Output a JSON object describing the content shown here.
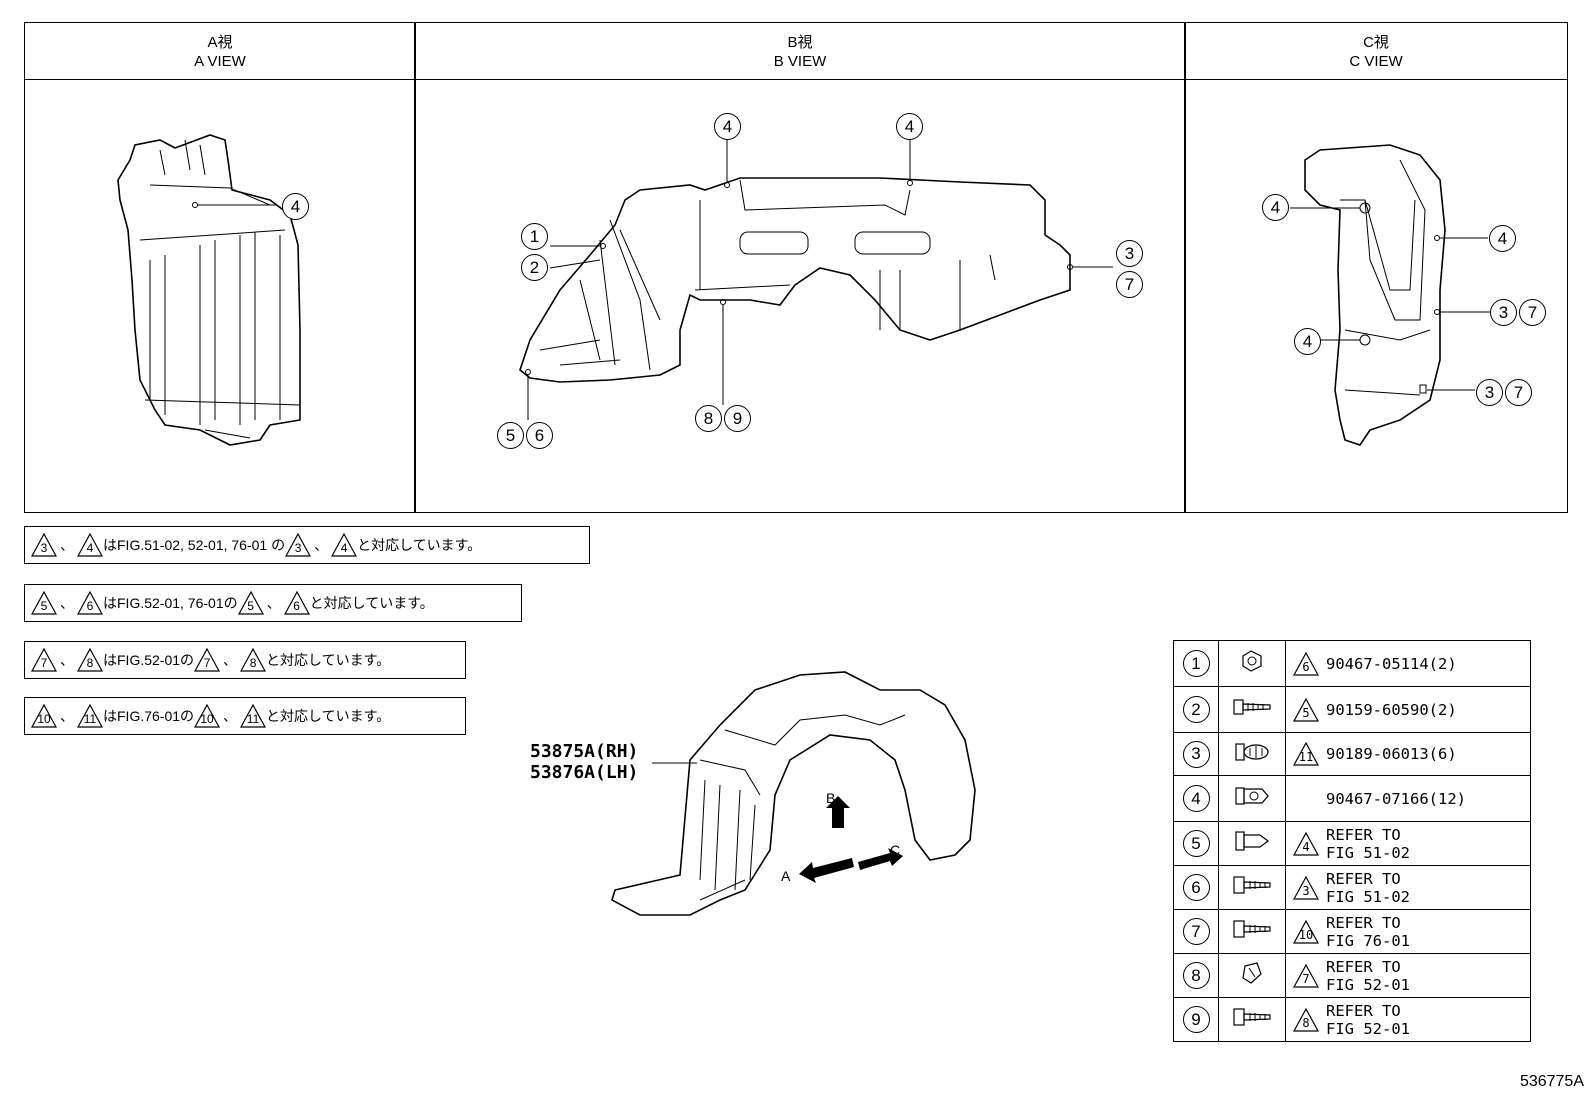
{
  "views": {
    "a": {
      "jp": "A視",
      "en": "A VIEW"
    },
    "b": {
      "jp": "B視",
      "en": "B VIEW"
    },
    "c": {
      "jp": "C視",
      "en": "C VIEW"
    }
  },
  "callouts": {
    "a_4": [
      "4"
    ],
    "b_1": [
      "1"
    ],
    "b_2": [
      "2"
    ],
    "b_4a": [
      "4"
    ],
    "b_4b": [
      "4"
    ],
    "b_37": [
      "3",
      "7"
    ],
    "b_56": [
      "5",
      "6"
    ],
    "b_89": [
      "8",
      "9"
    ],
    "c_4a": [
      "4"
    ],
    "c_4b": [
      "4"
    ],
    "c_4c": [
      "4"
    ],
    "c_37a": [
      "3",
      "7"
    ],
    "c_37b": [
      "3",
      "7"
    ]
  },
  "notes": [
    {
      "t1": "3",
      "sep": "、",
      "t2": "4",
      "text": "はFIG.51-02, 52-01, 76-01 の",
      "t3": "3",
      "sep2": "、",
      "t4": "4",
      "tail": "と対応しています。"
    },
    {
      "t1": "5",
      "sep": "、",
      "t2": "6",
      "text": "はFIG.52-01, 76-01の",
      "t3": "5",
      "sep2": "、",
      "t4": "6",
      "tail": "と対応しています。"
    },
    {
      "t1": "7",
      "sep": "、",
      "t2": "8",
      "text": "はFIG.52-01の",
      "t3": "7",
      "sep2": "、",
      "t4": "8",
      "tail": "と対応しています。"
    },
    {
      "t1": "10",
      "sep": "、",
      "t2": "11",
      "text": "はFIG.76-01の",
      "t3": "10",
      "sep2": "、",
      "t4": "11",
      "tail": "と対応しています。"
    }
  ],
  "part_labels": {
    "rh": "53875A(RH)",
    "lh": "53876A(LH)"
  },
  "arrows": {
    "a": "A",
    "b": "B",
    "c": "C"
  },
  "parts": [
    {
      "num": "1",
      "icon": "clip-nut-icon",
      "tri": "6",
      "line1": "90467-05114(2)",
      "line2": ""
    },
    {
      "num": "2",
      "icon": "screw-icon",
      "tri": "5",
      "line1": "90159-60590(2)",
      "line2": ""
    },
    {
      "num": "3",
      "icon": "grommet-icon",
      "tri": "11",
      "line1": "90189-06013(6)",
      "line2": ""
    },
    {
      "num": "4",
      "icon": "clip-icon",
      "tri": "",
      "line1": "90467-07166(12)",
      "line2": ""
    },
    {
      "num": "5",
      "icon": "push-clip-icon",
      "tri": "4",
      "line1": "REFER TO",
      "line2": "FIG 51-02"
    },
    {
      "num": "6",
      "icon": "bolt-icon",
      "tri": "3",
      "line1": "REFER TO",
      "line2": "FIG 51-02"
    },
    {
      "num": "7",
      "icon": "bolt-icon",
      "tri": "10",
      "line1": "REFER TO",
      "line2": "FIG 76-01"
    },
    {
      "num": "8",
      "icon": "nut-icon",
      "tri": "7",
      "line1": "REFER TO",
      "line2": "FIG 52-01"
    },
    {
      "num": "9",
      "icon": "bolt-icon",
      "tri": "8",
      "line1": "REFER TO",
      "line2": "FIG 52-01"
    }
  ],
  "figure_code": "536775A"
}
